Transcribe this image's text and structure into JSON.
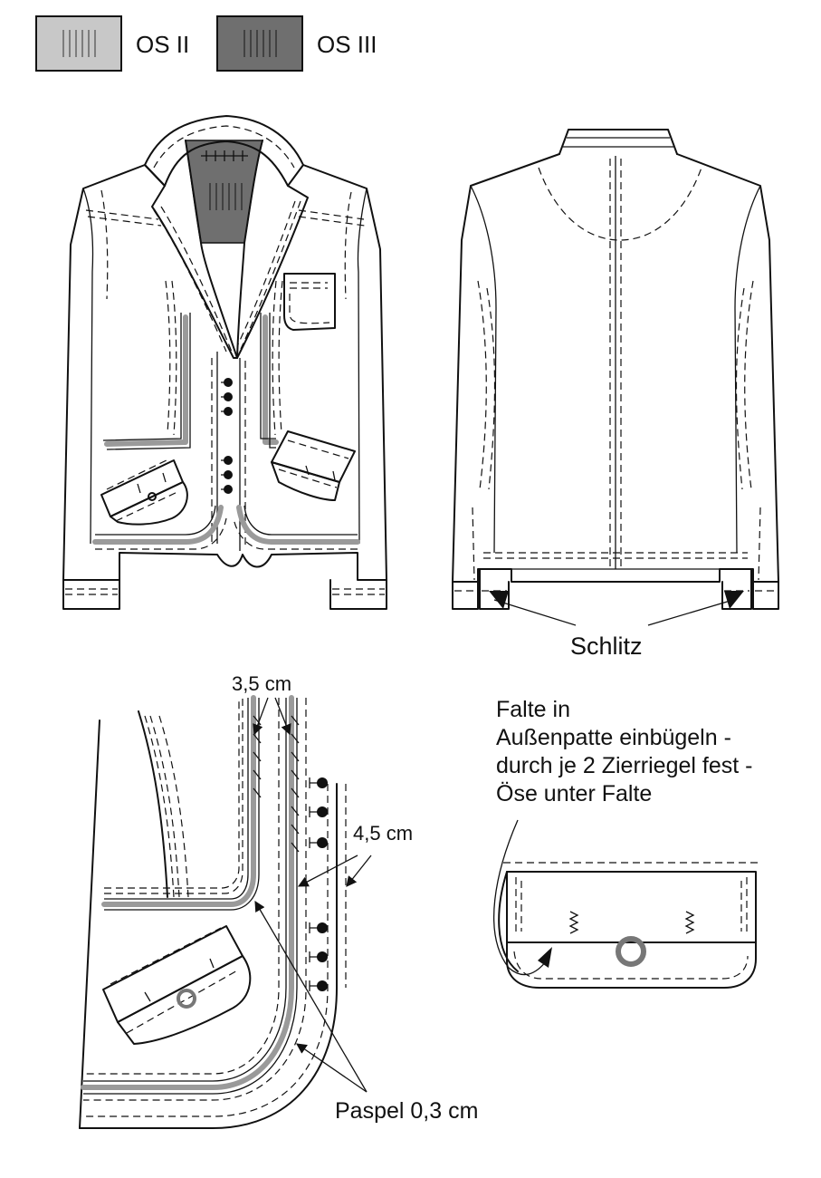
{
  "legend": {
    "items": [
      {
        "label": "OS II",
        "color": "#c8c8c8"
      },
      {
        "label": "OS III",
        "color": "#6f6f6f"
      }
    ]
  },
  "labels": {
    "slit": "Schlitz",
    "dim_top": "3,5 cm",
    "dim_side": "4,5 cm",
    "piping": "Paspel 0,3 cm"
  },
  "note": {
    "lines": [
      "Falte in",
      "Außenpatte einbügeln -",
      "durch je 2 Zierriegel fest -",
      "Öse unter Falte"
    ]
  },
  "colors": {
    "line": "#111111",
    "piping": "#9a9a9a",
    "eyelet": "#777777"
  }
}
